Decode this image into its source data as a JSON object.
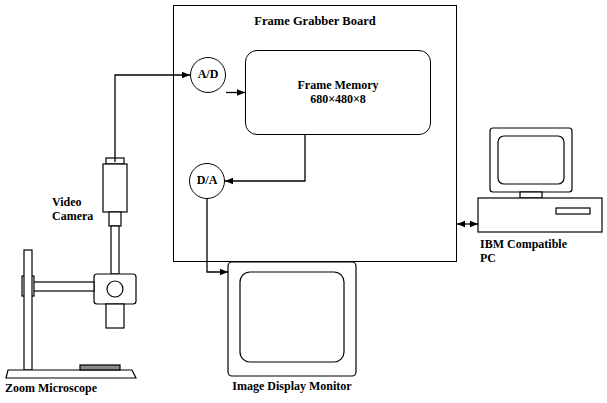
{
  "diagram": {
    "nodes": [
      {
        "text": [
          "Frame Grabber Board"
        ]
      },
      {
        "text": [
          "A/D"
        ],
        "in": 0
      },
      {
        "text": [
          "Frame Memory",
          "680×480×8"
        ],
        "in": 0
      },
      {
        "text": [
          "D/A"
        ],
        "in": 0
      },
      {
        "text": [
          "Video Camera"
        ]
      },
      {
        "text": [
          "Zoom Microscope"
        ]
      },
      {
        "text": [
          "Image Display Monitor"
        ]
      },
      {
        "text": [
          "IBM Compatible PC"
        ]
      }
    ],
    "edges": [
      {
        "from": 4,
        "to": 1,
        "arrow": "to"
      },
      {
        "from": 1,
        "to": 2,
        "arrow": "to"
      },
      {
        "from": 2,
        "to": 3,
        "arrow": "to"
      },
      {
        "from": 3,
        "to": 6,
        "arrow": "to"
      },
      {
        "from": 0,
        "to": 7,
        "arrow": "both"
      }
    ]
  }
}
